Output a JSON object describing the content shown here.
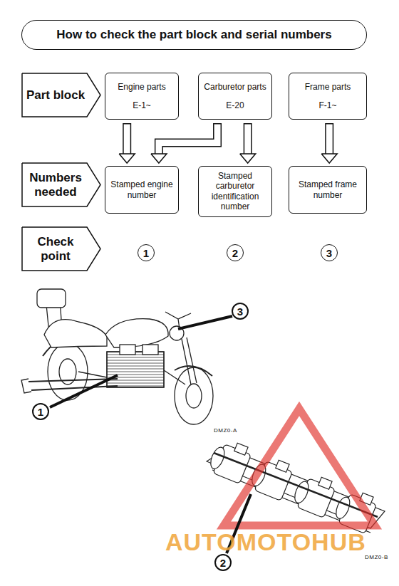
{
  "diagram": {
    "title": "How to check the part block and serial numbers",
    "nodes": [
      {
        "text": [
          "Part block"
        ]
      },
      {
        "text": [
          "Engine parts",
          "E-1~"
        ]
      },
      {
        "text": [
          "Carburetor parts",
          "E-20"
        ]
      },
      {
        "text": [
          "Frame parts",
          "F-1~"
        ]
      },
      {
        "text": [
          "Numbers needed"
        ]
      },
      {
        "text": [
          "Stamped engine number"
        ]
      },
      {
        "text": [
          "Stamped carburetor identification number"
        ]
      },
      {
        "text": [
          "Stamped frame number"
        ]
      },
      {
        "text": [
          "Check point"
        ]
      },
      {
        "text": [
          "1"
        ]
      },
      {
        "text": [
          "2"
        ]
      },
      {
        "text": [
          "3"
        ]
      }
    ],
    "edges": [
      {
        "from": 1,
        "to": 5,
        "arrow": "to"
      },
      {
        "from": 2,
        "to": 5,
        "arrow": "to"
      },
      {
        "from": 2,
        "to": 6,
        "arrow": "to"
      },
      {
        "from": 3,
        "to": 7,
        "arrow": "to"
      }
    ],
    "labels": [
      "3",
      "1",
      "DMZ0-A",
      "2",
      "DMZ0-B",
      "AUTOMOTOHUB"
    ]
  }
}
